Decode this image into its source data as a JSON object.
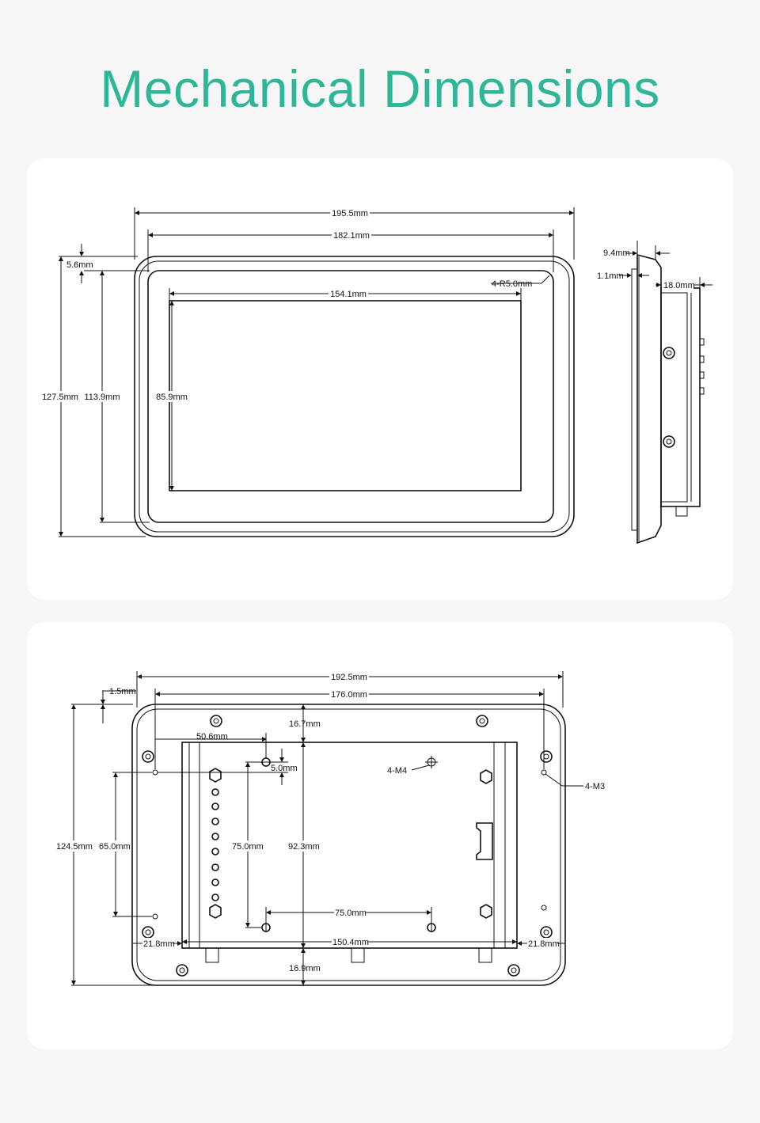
{
  "page": {
    "title": "Mechanical Dimensions"
  },
  "front_view": {
    "overall_width": "195.5mm",
    "bezel_width": "182.1mm",
    "active_width": "154.1mm",
    "overall_height": "127.5mm",
    "bezel_height": "113.9mm",
    "active_height": "85.9mm",
    "edge_offset": "5.6mm",
    "corner_radius": "4-R5.0mm"
  },
  "side_view": {
    "front_thickness": "9.4mm",
    "step": "1.1mm",
    "body_depth": "18.0mm"
  },
  "rear_view": {
    "overall_width": "192.5mm",
    "hole_span_width": "176.0mm",
    "bracket_width": "150.4mm",
    "bottom_hole_span": "75.0mm",
    "top_hole_offset": "50.6mm",
    "hole_offset_small": "5.0mm",
    "top_margin": "16.7mm",
    "bottom_margin": "16.9mm",
    "edge_margin": "1.5mm",
    "overall_height": "124.5mm",
    "hole_span_height": "65.0mm",
    "vesa_height": "75.0mm",
    "bracket_height": "92.3mm",
    "left_margin": "21.8mm",
    "right_margin": "21.8mm",
    "vesa_screws": "4-M4",
    "mount_screws": "4-M3"
  }
}
